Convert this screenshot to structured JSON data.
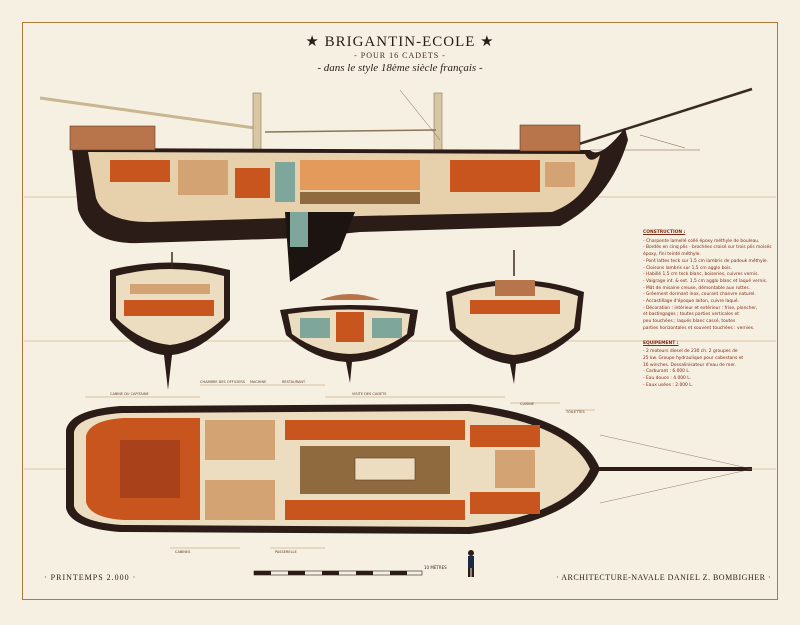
{
  "title": "★ BRIGANTIN-ECOLE ★",
  "subtitle": "- POUR 16 CADETS -",
  "subtitle2": "- dans le style 18ème siècle français -",
  "notes": {
    "construction_heading": "CONSTRUCTION :",
    "construction_lines": [
      "- Charpente lamellé collé époxy méthyle de bouleau.",
      "- Bordés en cinq plis - brochées croisé sur trois plis moisés",
      "  époxy, fini teinté méthyle.",
      "- Pont lattes teck sur 1,5 cm lambris de padouk méthyle.",
      "- Cloisons lambris sur 1,5 cm agglo bois.",
      "- Habillé 1,5 cm teck blanc, boiseries, cuivres vernis.",
      "- Vaigrage int. & ext. 1,5 cm agglo blanc et laqué vernis.",
      "- Mât de misaine creuse, démontable aux ruttes.",
      "- Gréement dormant inox, courant chanvre naturel.",
      "- Accastillage d'époque laiton, cuivre laqué.",
      "- Décoration : intérieur et extérieur : frise, plancher,",
      "  et bastingages ; toutes parties verticales et",
      "  peu touchées ; laqués blanc cassé, toutes",
      "  parties horizontales et souvent touchées : vernies."
    ],
    "equipement_heading": "EQUIPEMENT :",
    "equipement_lines": [
      "- 2 moteurs diesel de 230 ch. 2 groupes de",
      "  25 kw. Groupe hydraulique pour cabestans et",
      "  16 winches. Dessalinisateur d'eau de mer.",
      "- Carburant : 6.000 L.",
      "- Eau douce : 4.000 L.",
      "- Eaux usées : 2.000 L."
    ]
  },
  "scale_label": "10 MÈTRES",
  "footer_left": "· PRINTEMPS 2.000 ·",
  "footer_right": "· ARCHITECTURE-NAVALE DANIEL Z. BOMBIGHER ·",
  "plan_labels": [
    "VISITE DES CADETS",
    "CUISINE",
    "RESTAURANT",
    "PASSERELLE",
    "CABINE DU CAPITAINE",
    "CHAMBRE DES OFFICIERS",
    "MACHINE",
    "CABINES",
    "TOILETTES"
  ],
  "colors": {
    "paper": "#f6f0e3",
    "hull_dark": "#2b1c17",
    "wood": "#c8541e",
    "wood_light": "#e39a5a",
    "deck": "#8f6a3e",
    "cream": "#ecdcc0",
    "teal": "#7fa69a",
    "frame": "#b07a3a"
  }
}
